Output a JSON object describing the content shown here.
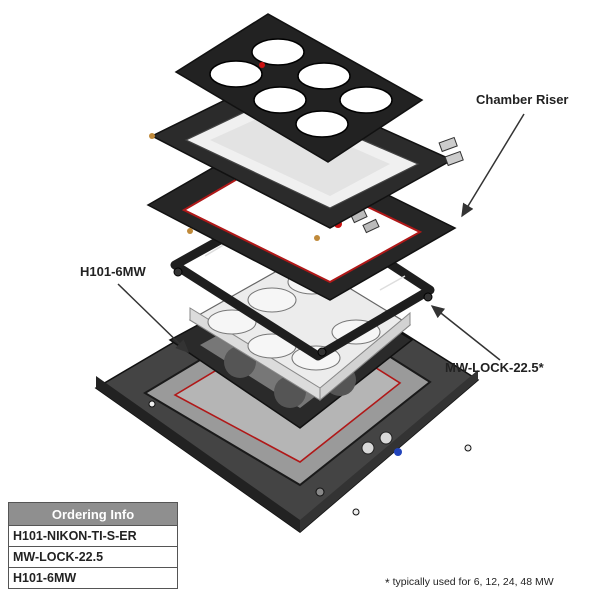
{
  "callouts": {
    "chamber_riser": "Chamber Riser",
    "h101_6mw": "H101-6MW",
    "mw_lock": "MW-LOCK-22.5*"
  },
  "ordering_info": {
    "header": "Ordering Info",
    "items": [
      "H101-NIKON-TI-S-ER",
      "MW-LOCK-22.5",
      "H101-6MW"
    ]
  },
  "footnote": {
    "marker": "*",
    "text": "typically used for 6, 12, 24, 48 MW"
  },
  "colors": {
    "frame_black": "#1e1e1e",
    "gasket_red": "#b01818",
    "plate_grey": "#8d8d8d",
    "glass": "#e6e6e6"
  }
}
